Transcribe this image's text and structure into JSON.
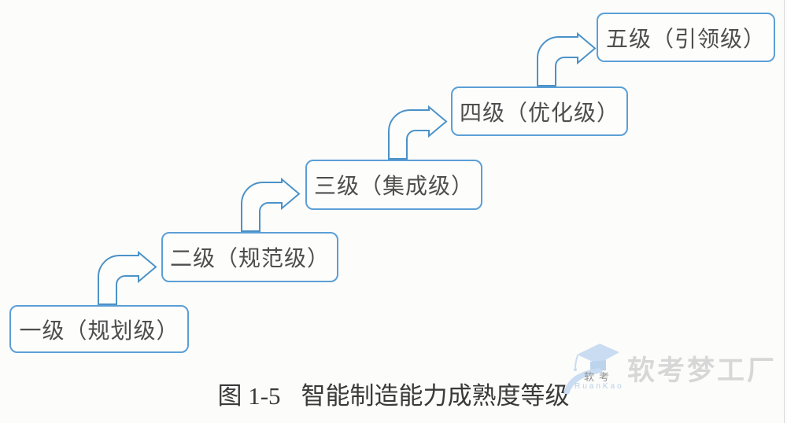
{
  "page": {
    "background_color": "#fcfcfb",
    "edge_line_color": "#d9d9d9"
  },
  "diagram": {
    "type": "staircase-maturity-levels",
    "box_border_color": "#5b9fd6",
    "arrow_color": "#4b92c8",
    "box_text_color": "#4e4e4e",
    "levels": [
      {
        "label": "一级（规划级）"
      },
      {
        "label": "二级（规范级）"
      },
      {
        "label": "三级（集成级）"
      },
      {
        "label": "四级（优化级）"
      },
      {
        "label": "五级（引领级）"
      }
    ]
  },
  "caption": {
    "figure_label": "图 1-5",
    "title": "智能制造能力成熟度等级",
    "text_color": "#3a3a3a"
  },
  "watermark": {
    "logo_icon": "graduation-cap-with-swoosh",
    "logo_text_cn": "软考",
    "logo_text_en": "RuanKao",
    "brand_text": "软考梦工厂",
    "logo_color": "#c9dcf1",
    "brand_text_color": "#d7d7d7"
  }
}
